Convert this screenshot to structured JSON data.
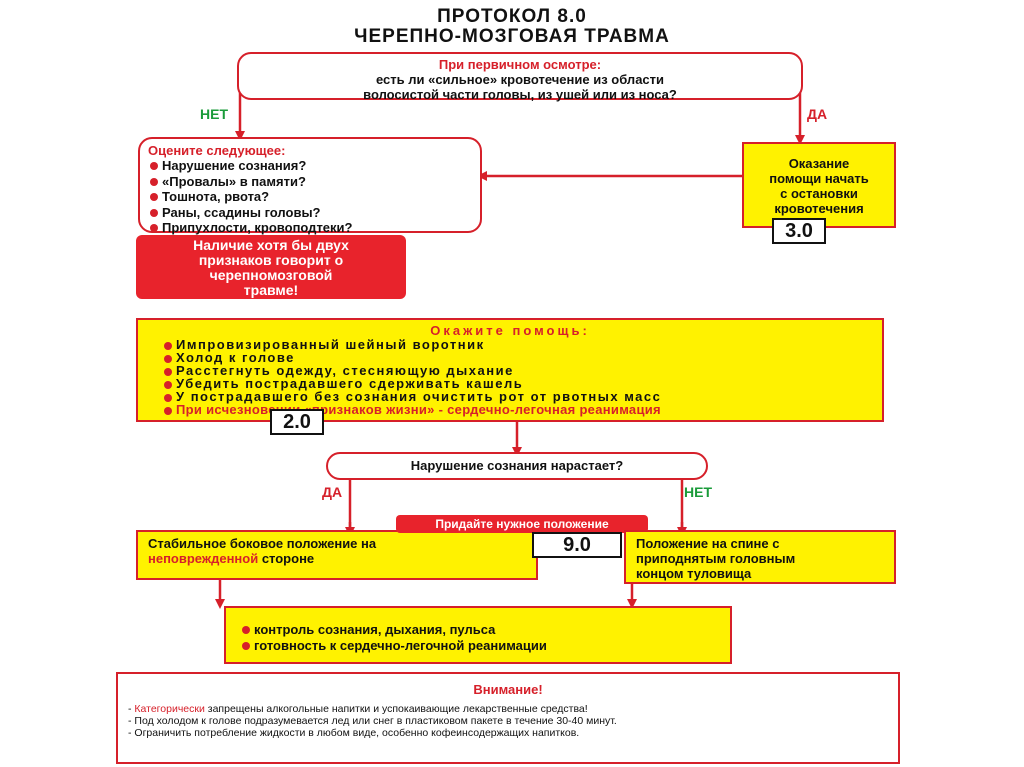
{
  "title": {
    "line1": "ПРОТОКОЛ 8.0",
    "line2": "ЧЕРЕПНО-МОЗГОВАЯ ТРАВМА"
  },
  "initial_check": {
    "heading": "При первичном осмотре:",
    "line1": "есть ли «сильное» кровотечение из области",
    "line2": "волосистой части головы, из ушей или из носа?"
  },
  "labels": {
    "no1": "НЕТ",
    "yes1": "ДА",
    "yes2": "ДА",
    "no2": "НЕТ"
  },
  "assess": {
    "heading": "Оцените следующее:",
    "items": [
      "Нарушение сознания?",
      "«Провалы» в памяти?",
      "Тошнота, рвота?",
      "Раны, ссадины головы?",
      "Припухлости, кровоподтеки?"
    ]
  },
  "conclusion": {
    "line1": "Наличие хотя бы двух",
    "line2": "признаков говорит о",
    "line3": "черепномозговой",
    "line4": "травме!"
  },
  "bleeding": {
    "line1": "Оказание",
    "line2": "помощи начать",
    "line3": "с остановки",
    "line4": "кровотечения",
    "ref": "3.0"
  },
  "help": {
    "heading": "Окажите помощь:",
    "items": [
      "Импровизированный шейный воротник",
      "Холод к голове",
      "Расстегнуть одежду, стесняющую дыхание",
      "Убедить пострадавшего сдерживать кашель",
      "У пострадавшего без сознания очистить рот от рвотных масс"
    ],
    "last_item": "При исчезновении «признаков жизни» - сердечно-легочная реанимация",
    "ref": "2.0"
  },
  "question2": "Нарушение сознания нарастает?",
  "position": {
    "heading": "Придайте нужное положение",
    "ref": "9.0"
  },
  "side_position": {
    "line1": "Стабильное боковое положение на",
    "line2_red": "неповрежденной",
    "line2_rest": " стороне"
  },
  "back_position": {
    "line1": "Положение на спине с",
    "line2": "приподнятым головным",
    "line3": "концом туловища"
  },
  "monitor": {
    "items": [
      "контроль сознания, дыхания, пульса",
      "готовность к  сердечно-легочной реанимации"
    ]
  },
  "warning": {
    "heading": "Внимание!",
    "line1_red": "Категорически",
    "line1_rest": " запрещены алкогольные напитки и успокаивающие лекарственные средства!",
    "line2": "- Под холодом к голове подразумевается лед или снег в пластиковом пакете в течение 30-40 минут.",
    "line3": "- Ограничить потребление жидкости в любом виде, особенно кофеинсодержащих напитков."
  },
  "colors": {
    "red": "#d6202a",
    "yellow": "#fff200",
    "green": "#1a9b3a"
  }
}
